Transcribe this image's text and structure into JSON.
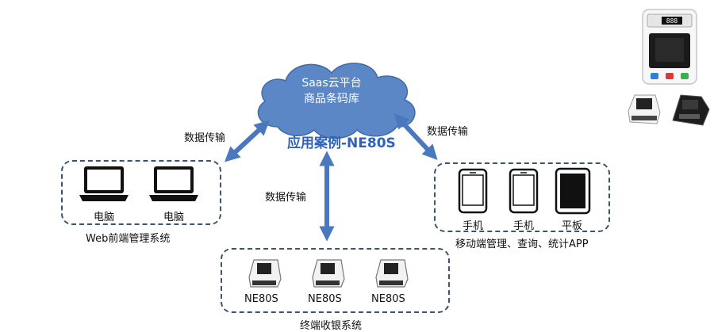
{
  "cloud": {
    "line1": "Saas云平台",
    "line2": "商品条码库"
  },
  "title": "应用案例-NE80S",
  "arrows": {
    "left_label": "数据传输",
    "center_label": "数据传输",
    "right_label": "数据传输"
  },
  "web_group": {
    "items": [
      {
        "icon": "laptop-icon",
        "label": "电脑"
      },
      {
        "icon": "laptop-icon",
        "label": "电脑"
      }
    ],
    "caption": "Web前端管理系统"
  },
  "mobile_group": {
    "items": [
      {
        "icon": "phone-icon",
        "label": "手机"
      },
      {
        "icon": "phone-icon",
        "label": "手机"
      },
      {
        "icon": "tablet-icon",
        "label": "平板"
      }
    ],
    "caption": "移动端管理、查询、统计APP"
  },
  "terminal_group": {
    "items": [
      {
        "icon": "pos-terminal-icon",
        "label": "NE80S"
      },
      {
        "icon": "pos-terminal-icon",
        "label": "NE80S"
      },
      {
        "icon": "pos-terminal-icon",
        "label": "NE80S"
      }
    ],
    "caption": "终端收银系统"
  },
  "device_display": {
    "screen_text": "888"
  },
  "colors": {
    "cloud": "#5b87c7",
    "arrow": "#4a78be",
    "title": "#2f62b7",
    "dashed_border": "#3b5472"
  }
}
